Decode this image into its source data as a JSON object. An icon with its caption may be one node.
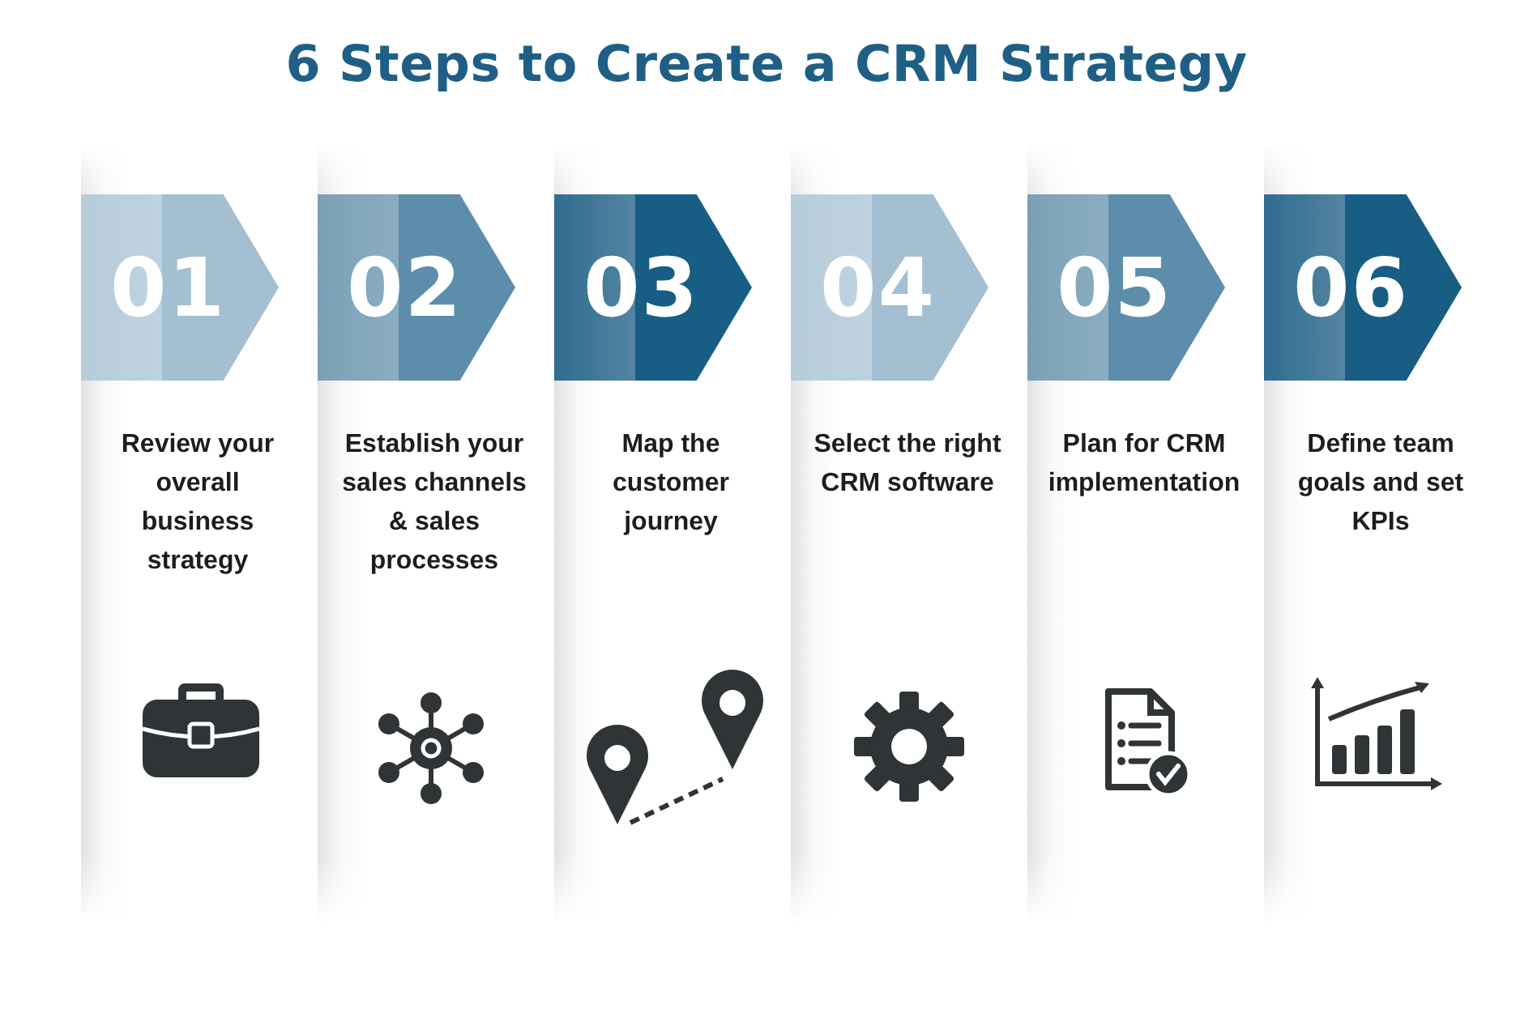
{
  "diagram": {
    "title": "6 Steps to Create a CRM Strategy",
    "nodes": [
      {
        "text": [
          "01",
          "Review your overall business strategy"
        ]
      },
      {
        "text": [
          "02",
          "Establish your sales channels & sales processes"
        ]
      },
      {
        "text": [
          "03",
          "Map the customer journey"
        ]
      },
      {
        "text": [
          "04",
          "Select the right CRM software"
        ]
      },
      {
        "text": [
          "05",
          "Plan for CRM implementation"
        ]
      },
      {
        "text": [
          "06",
          "Define team goals and set KPIs"
        ]
      }
    ],
    "edges": []
  }
}
